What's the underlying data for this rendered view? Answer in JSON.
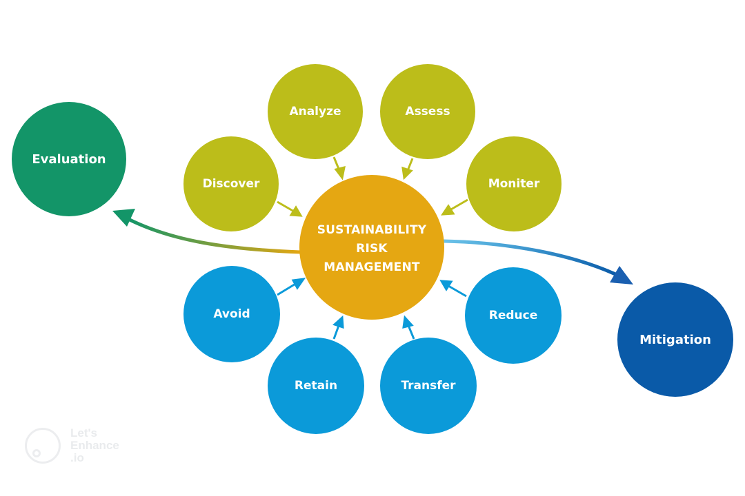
{
  "diagram": {
    "center": {
      "label": "SUSTAINABILITY\nRISK\nMANAGEMENT",
      "color": "#e5a712"
    },
    "outcomes": [
      {
        "id": "evaluation",
        "label": "Evaluation",
        "color": "#139568"
      },
      {
        "id": "mitigation",
        "label": "Mitigation",
        "color": "#0a5aa8"
      }
    ],
    "steps": [
      {
        "id": "analyze",
        "label": "Analyze",
        "group": "assessment"
      },
      {
        "id": "assess",
        "label": "Assess",
        "group": "assessment"
      },
      {
        "id": "discover",
        "label": "Discover",
        "group": "assessment"
      },
      {
        "id": "monitor",
        "label": "Moniter",
        "group": "assessment"
      },
      {
        "id": "avoid",
        "label": "Avoid",
        "group": "treatment"
      },
      {
        "id": "reduce",
        "label": "Reduce",
        "group": "treatment"
      },
      {
        "id": "retain",
        "label": "Retain",
        "group": "treatment"
      },
      {
        "id": "transfer",
        "label": "Transfer",
        "group": "treatment"
      }
    ],
    "colors": {
      "assessment": "#bcbd1a",
      "treatment": "#0b9ad9"
    }
  },
  "watermark": {
    "text": "Let's\nEnhance\n.io"
  }
}
